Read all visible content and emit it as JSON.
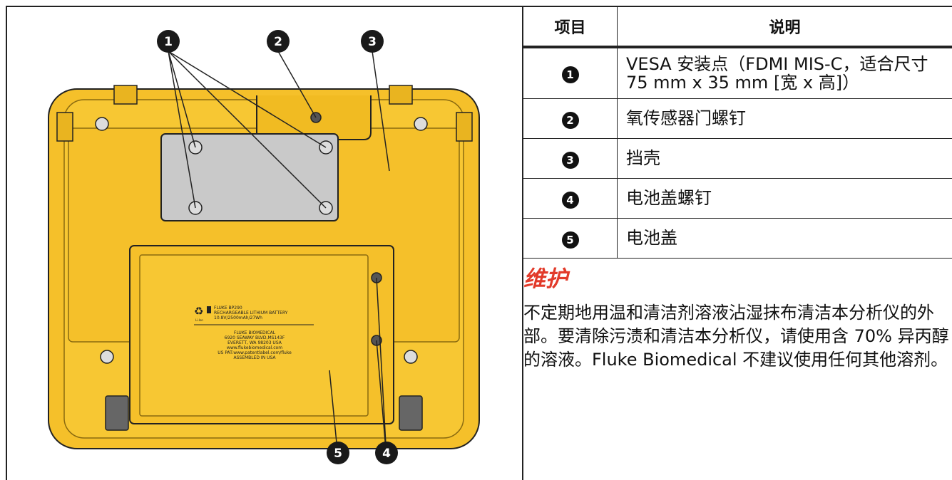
{
  "figure": {
    "callouts": [
      "1",
      "2",
      "3",
      "4",
      "5"
    ],
    "battery_label": {
      "line1": "FLUKE BP290",
      "line2": "RECHARGEABLE LITHIUM BATTERY",
      "line3": "10.8V/2500mAh/27Wh",
      "liion": "Li-Ion",
      "mfr1": "FLUKE BIOMEDICAL",
      "mfr2": "6920 SEAWAY BLVD,MS143F",
      "mfr3": "EVERETT, WA 98203 USA",
      "mfr4": "www.flukebiomedical.com",
      "mfr5": "US PAT:www.patentlabel.com/fluke",
      "mfr6": "ASSEMBLED IN USA"
    }
  },
  "table": {
    "header_item": "项目",
    "header_desc": "说明",
    "rows": [
      {
        "num": "1",
        "desc": "VESA 安装点（FDMI MIS-C，适合尺寸 75 mm x 35 mm [宽 x 高]）"
      },
      {
        "num": "2",
        "desc": "氧传感器门螺钉"
      },
      {
        "num": "3",
        "desc": "挡壳"
      },
      {
        "num": "4",
        "desc": "电池盖螺钉"
      },
      {
        "num": "5",
        "desc": "电池盖"
      }
    ]
  },
  "maintenance": {
    "title": "维护",
    "body": "不定期地用温和清洁剂溶液沾湿抹布清洁本分析仪的外部。要清除污渍和清洁本分析仪，请使用含 70% 异丙醇的溶液。Fluke Biomedical 不建议使用任何其他溶剂。"
  },
  "colors": {
    "device_yellow": "#f5c02a",
    "device_yellow_dark": "#d9a214",
    "plate_gray": "#c9c9c9",
    "title_red": "#e23a2a"
  }
}
